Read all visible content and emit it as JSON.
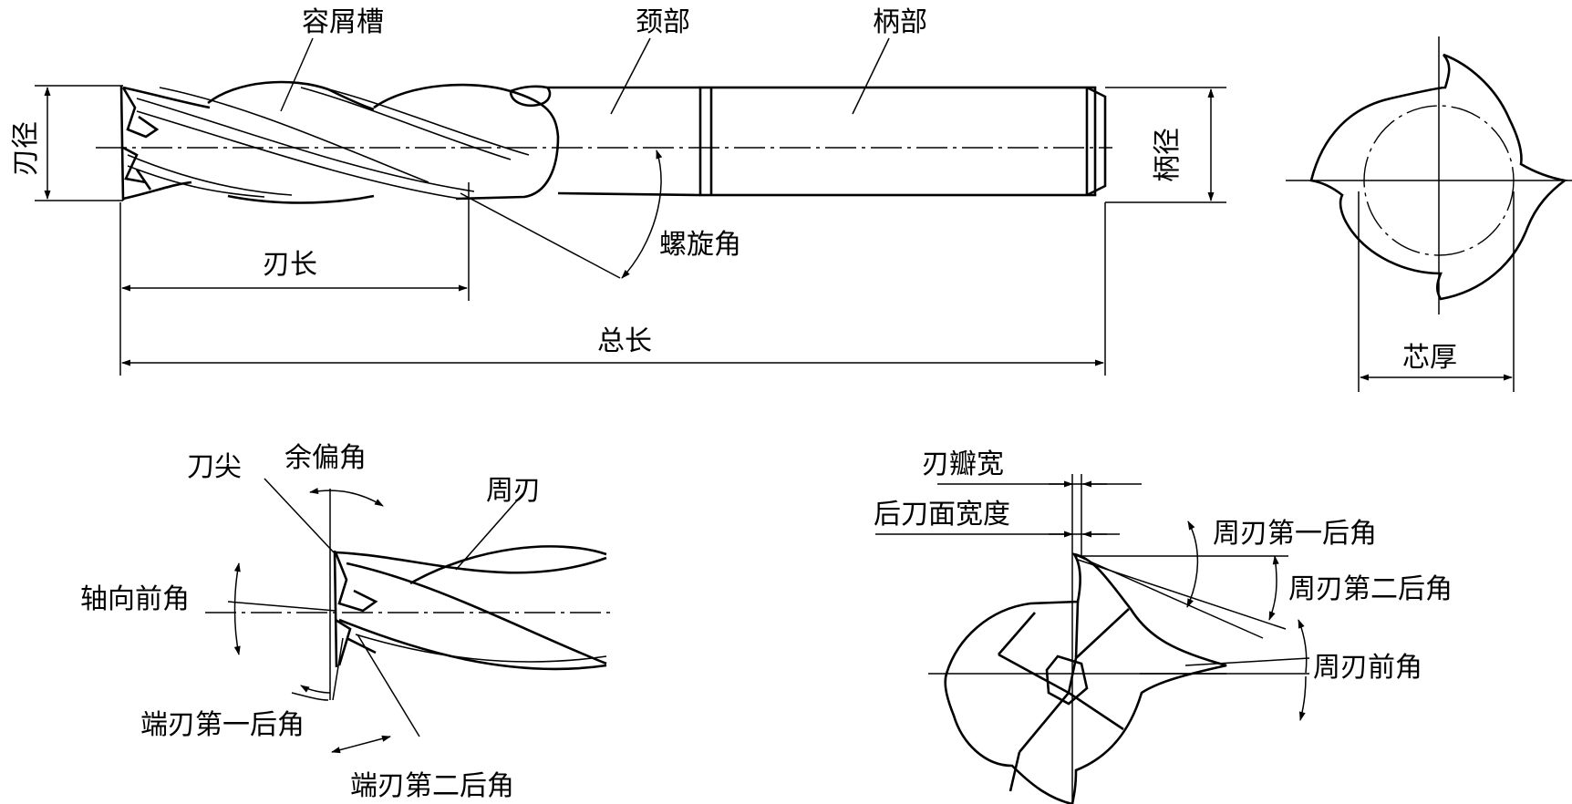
{
  "diagram": {
    "labels": {
      "flute": "容屑槽",
      "neck": "颈部",
      "shank": "柄部",
      "cutting_diameter": "刃径",
      "shank_diameter": "柄径",
      "helix_angle": "螺旋角",
      "length_of_cut": "刃长",
      "overall_length": "总长",
      "core_thickness": "芯厚",
      "tip": "刀尖",
      "dish_angle": "余偏角",
      "peripheral_edge": "周刃",
      "axial_rake_angle": "轴向前角",
      "end_primary_clearance": "端刃第一后角",
      "end_secondary_clearance": "端刃第二后角",
      "land_width": "刃瓣宽",
      "clearance_face_width": "后刀面宽度",
      "peripheral_primary_clearance": "周刃第一后角",
      "peripheral_secondary_clearance": "周刃第二后角",
      "peripheral_rake_angle": "周刃前角"
    }
  }
}
